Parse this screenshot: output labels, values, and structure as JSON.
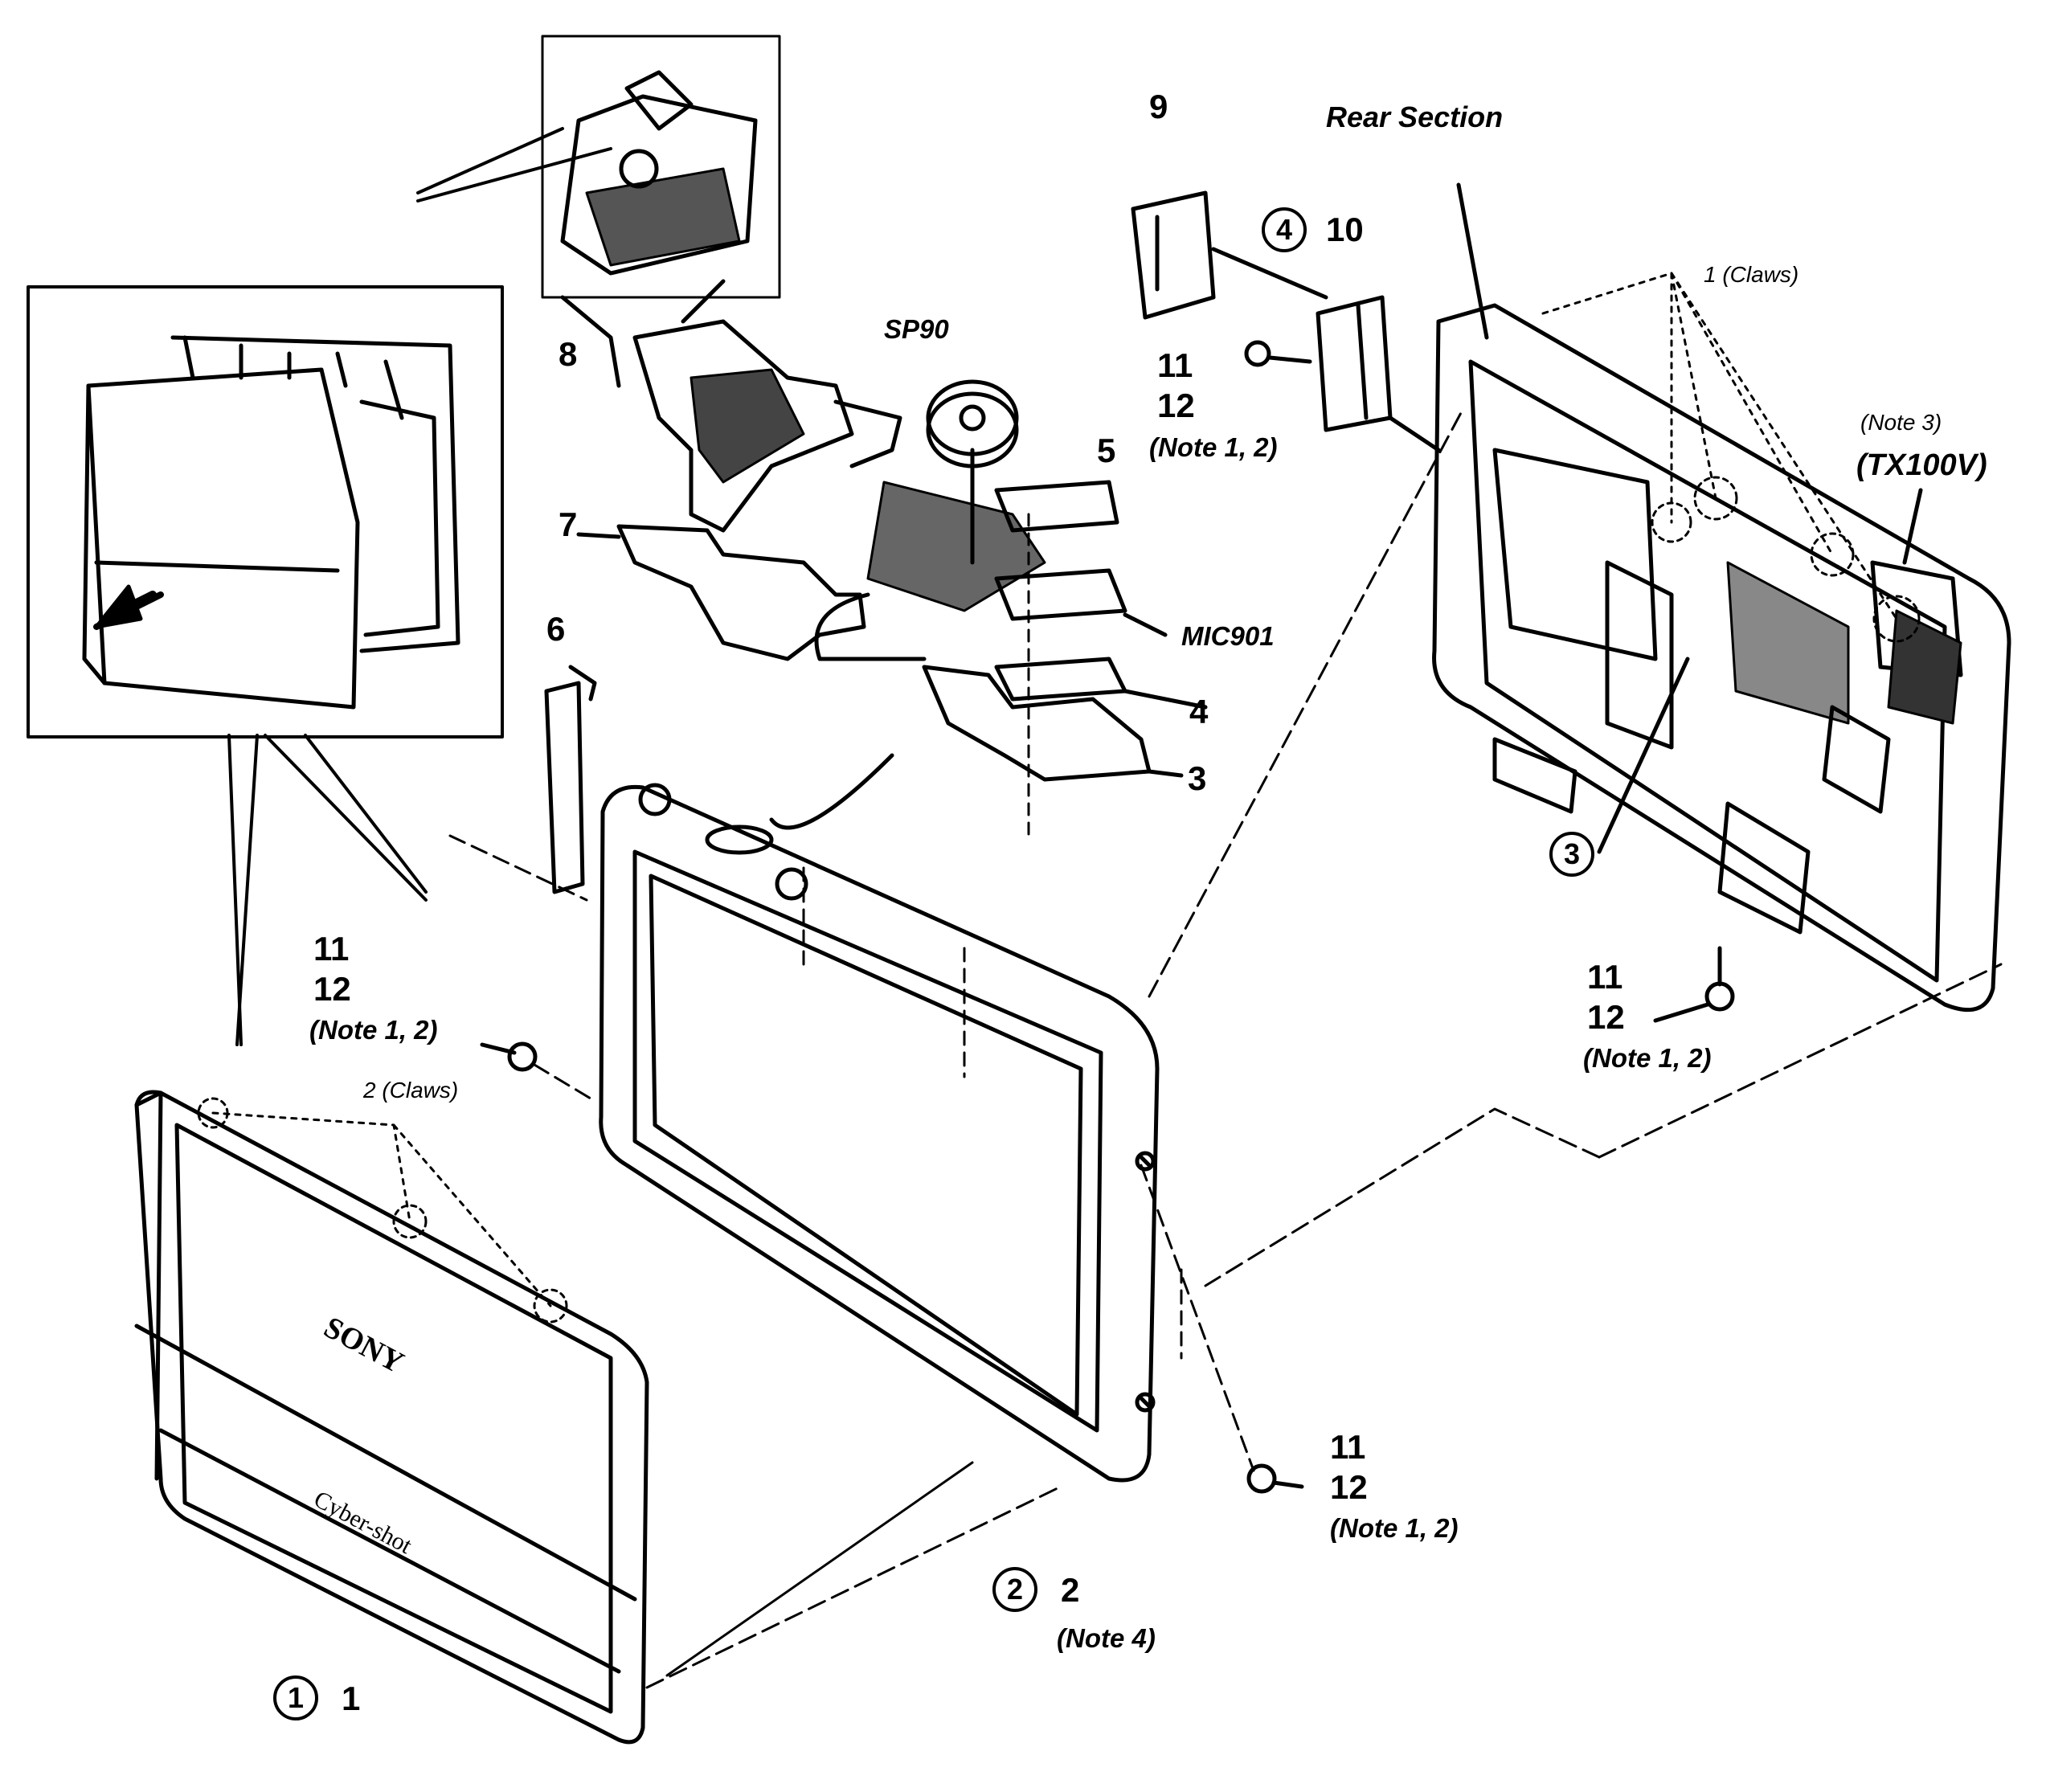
{
  "section_title": "Rear Section",
  "callouts": {
    "c1": "1",
    "c2": "2",
    "c3": "3",
    "c4": "4"
  },
  "parts": {
    "p1": "1",
    "p2": "2",
    "p3": "3",
    "p4": "4",
    "p5": "5",
    "p6": "6",
    "p7": "7",
    "p8": "8",
    "p9": "9",
    "p10": "10",
    "sp90": "SP90",
    "mic901": "MIC901"
  },
  "screws": {
    "s11": "11",
    "s12": "12",
    "note12": "(Note 1, 2)"
  },
  "notes": {
    "note3": "(Note 3)",
    "model": "(TX100V)",
    "note4": "(Note 4)",
    "claws1": "1 (Claws)",
    "claws2": "2 (Claws)"
  },
  "logos": {
    "sony": "SONY",
    "cybershot": "Cyber-shot"
  }
}
